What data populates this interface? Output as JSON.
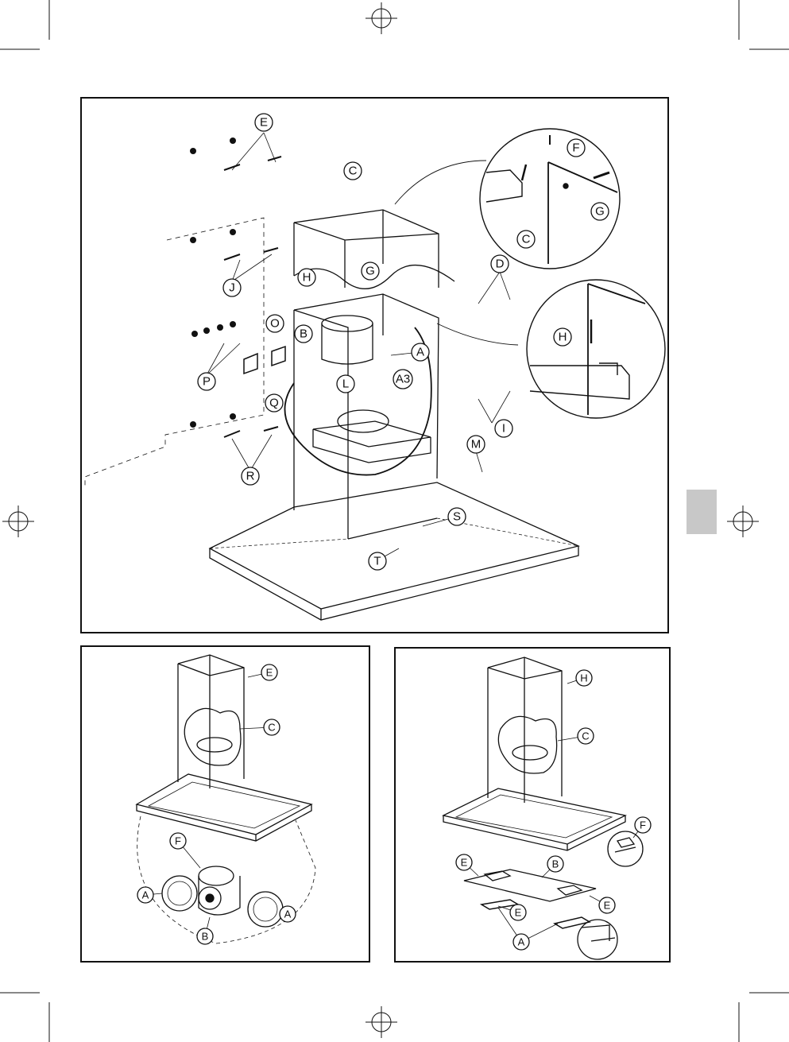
{
  "colors": {
    "line": "#111111",
    "tab": "#c8c8c8",
    "background": "#ffffff"
  },
  "main_callouts": {
    "e": "E",
    "c": "C",
    "j": "J",
    "h": "H",
    "g": "G",
    "o": "O",
    "b": "B",
    "p": "P",
    "q": "Q",
    "l": "L",
    "a": "A",
    "a3": "A3",
    "r": "R",
    "d": "D",
    "i": "I",
    "m": "M",
    "s": "S",
    "t": "T"
  },
  "detail_top_callouts": {
    "f": "F",
    "g": "G",
    "c": "C"
  },
  "detail_bottom_callouts": {
    "h": "H"
  },
  "bottom_left_callouts": {
    "e": "E",
    "c": "C",
    "f": "F",
    "a_left": "A",
    "a_right": "A",
    "b": "B"
  },
  "bottom_right_callouts": {
    "h": "H",
    "c": "C",
    "f": "F",
    "e_top": "E",
    "b": "B",
    "e_mid": "E",
    "e_right": "E",
    "a": "A"
  }
}
